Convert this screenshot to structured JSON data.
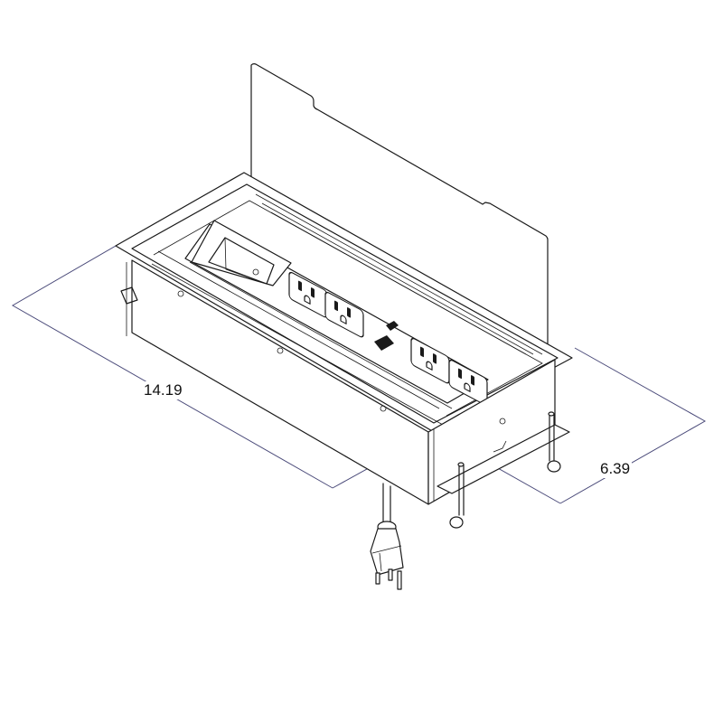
{
  "drawing": {
    "subject": "Pop-up table power box with hinged lid, 4 AC outlets, 2 USB ports, mounting clamps and power cord plug",
    "view": "isometric line drawing",
    "colors": {
      "line": "#1a1a1a",
      "dimension_line": "#4b4b7a",
      "background": "#ffffff"
    }
  },
  "dimensions": {
    "length": {
      "value": "14.19",
      "axis": "long edge"
    },
    "width": {
      "value": "6.39",
      "axis": "short edge"
    }
  },
  "components": {
    "outlets": {
      "count": 4,
      "icon": "nema-5-15-receptacle"
    },
    "usb_ports": {
      "count": 2,
      "icon": "usb-port"
    },
    "data_cutout": {
      "count": 1
    },
    "clamps": {
      "count": 2
    },
    "plug": {
      "icon": "nema-5-15-plug"
    }
  }
}
